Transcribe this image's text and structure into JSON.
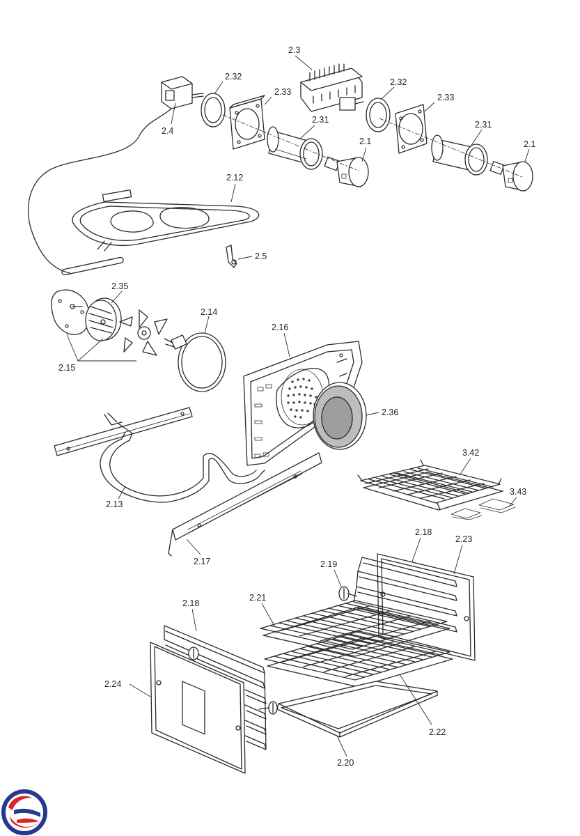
{
  "callouts": {
    "c2_3": "2.3",
    "c2_32a": "2.32",
    "c2_32b": "2.32",
    "c2_33a": "2.33",
    "c2_33b": "2.33",
    "c2_4": "2.4",
    "c2_31a": "2.31",
    "c2_31b": "2.31",
    "c2_1a": "2.1",
    "c2_1b": "2.1",
    "c2_12": "2.12",
    "c2_5": "2.5",
    "c2_35": "2.35",
    "c2_14": "2.14",
    "c2_16": "2.16",
    "c2_15": "2.15",
    "c2_36": "2.36",
    "c3_42": "3.42",
    "c3_43": "3.43",
    "c2_13": "2.13",
    "c2_17": "2.17",
    "c2_18a": "2.18",
    "c2_23": "2.23",
    "c2_19": "2.19",
    "c2_21": "2.21",
    "c2_18b": "2.18",
    "c2_24": "2.24",
    "c2_22": "2.22",
    "c2_20": "2.20"
  },
  "colors": {
    "line": "#2a2a2a",
    "logo_red": "#d9262b",
    "logo_blue": "#233a8f"
  }
}
